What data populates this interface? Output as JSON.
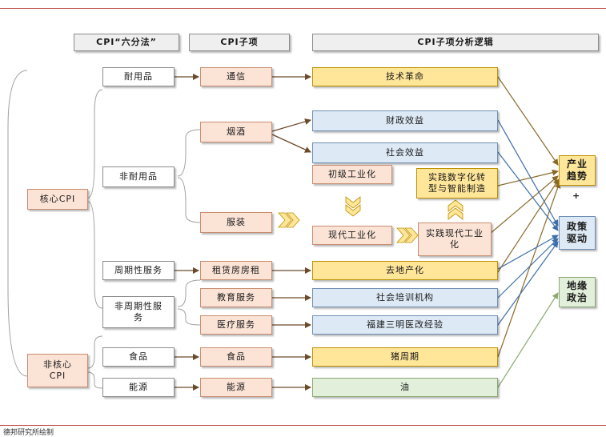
{
  "page": {
    "source": "德邦研究所绘制"
  },
  "headers": {
    "method": "CPI“六分法”",
    "subitem": "CPI子项",
    "logic": "CPI子项分析逻辑"
  },
  "categories": {
    "core": "核心CPI",
    "noncore": "非核心\nCPI",
    "durables": "耐用品",
    "nondurables": "非耐用品",
    "periodic_services": "周期性服务",
    "nonperiodic_services": "非周期性服\n务",
    "food": "食品",
    "energy": "能源"
  },
  "subitems": {
    "telecom": "通信",
    "tobacco": "烟酒",
    "apparel": "服装",
    "rent": "租赁房房租",
    "education": "教育服务",
    "medical": "医疗服务",
    "food": "食品",
    "energy": "能源"
  },
  "logic": {
    "tech_revolution": "技术革命",
    "fiscal_benefit": "财政效益",
    "social_benefit": "社会效益",
    "primary_industrialization": "初级工业化",
    "digital_transformation": "实践数字化转\n型与智能制造",
    "modern_industrialization": "现代工业化",
    "practice_modern_industrialization": "实践现代工业\n化",
    "destocking_property": "去地产化",
    "social_training": "社会培训机构",
    "sanming_reform": "福建三明医改经验",
    "pig_cycle": "猪周期",
    "oil": "油"
  },
  "results": {
    "industry_trend": "产业\n趋势",
    "plus": "+",
    "policy_driven": "政策\n驱动",
    "geopolitics": "地缘\n政治"
  },
  "colors": {
    "peach": "#fbe3d6",
    "blue": "#dde9f5",
    "yellow": "#ffe699",
    "green": "#e2efda",
    "arrow_dark": "#6b4a2a",
    "arrow_brown": "#8a6a2a",
    "arrow_blue": "#3d6fa8",
    "arrow_green": "#8aa870"
  }
}
